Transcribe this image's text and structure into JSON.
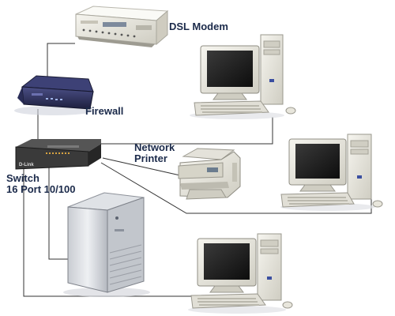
{
  "labels": {
    "dsl_modem": "DSL Modem",
    "firewall": "Firewall",
    "network_printer_line1": "Network",
    "network_printer_line2": "Printer",
    "switch_line1": "Switch",
    "switch_line2": "16 Port 10/100",
    "switch_brand": "D-Link"
  },
  "devices": [
    {
      "name": "dsl-modem",
      "icon": "modem-icon"
    },
    {
      "name": "firewall",
      "icon": "router-icon"
    },
    {
      "name": "switch",
      "icon": "switch-icon"
    },
    {
      "name": "network-printer",
      "icon": "printer-icon"
    },
    {
      "name": "server-tower",
      "icon": "server-icon"
    },
    {
      "name": "workstation-1",
      "icon": "desktop-computer-icon"
    },
    {
      "name": "workstation-2",
      "icon": "desktop-computer-icon"
    },
    {
      "name": "workstation-3",
      "icon": "desktop-computer-icon"
    }
  ],
  "colors": {
    "label_text": "#1b2a4a",
    "cable": "#333333",
    "switch_body": "#3a3a3a",
    "firewall_body": "#2c2f5a",
    "beige": "#e8e6dc"
  }
}
